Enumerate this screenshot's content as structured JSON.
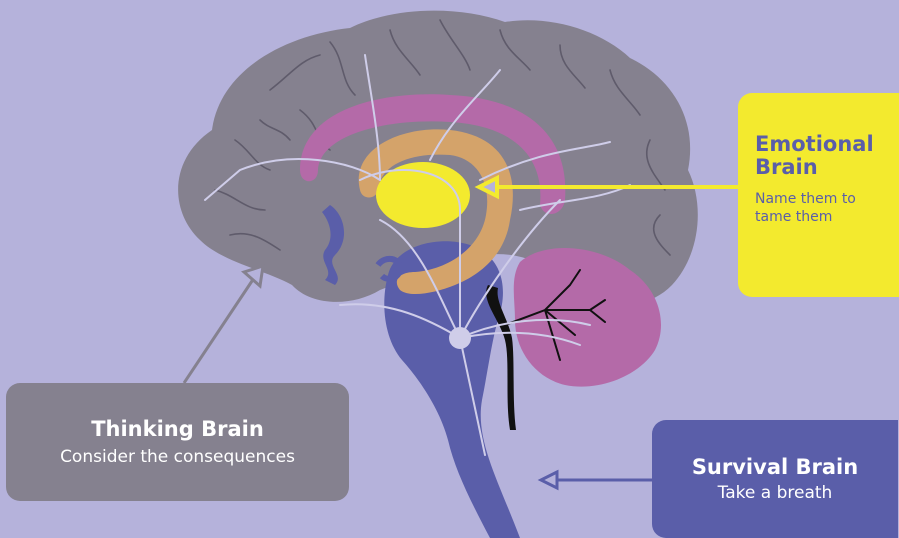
{
  "labels": {
    "thinking": {
      "title": "Thinking Brain",
      "subtitle": "Consider the consequences"
    },
    "survival": {
      "title": "Survival Brain",
      "subtitle": "Take a breath"
    },
    "emotional": {
      "title": "Emotional Brain",
      "subtitle": "Name them to tame them"
    }
  },
  "colors": {
    "background": "#b5b2db",
    "cerebrum": "#85818f",
    "brainstem": "#5a5ea9",
    "cerebellum": "#b46aa8",
    "limbic_arc": "#b46aa8",
    "hippocampus": "#d4a36a",
    "amygdala": "#f3ea2e",
    "thinking_box": "#85818f",
    "survival_box": "#5a5ea9",
    "emotional_box": "#f3ea2e",
    "pathways": "#cfcde9"
  }
}
